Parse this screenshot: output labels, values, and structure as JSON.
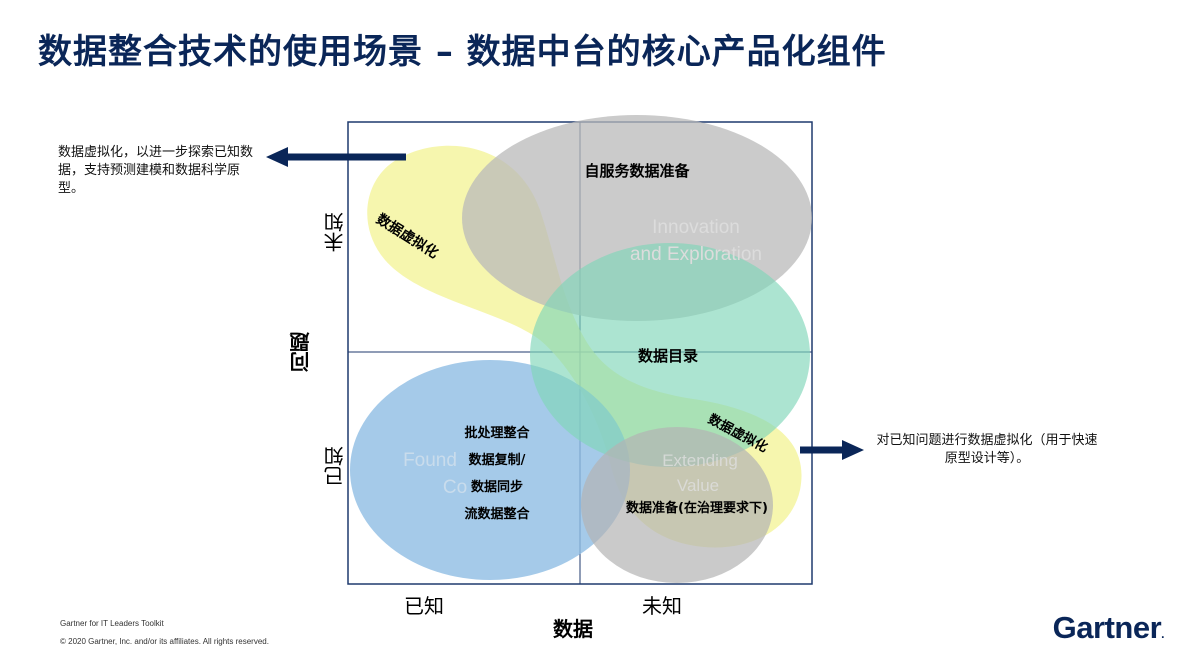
{
  "title": "数据整合技术的使用场景 – 数据中台的核心产品化组件",
  "notes": {
    "left": "数据虚拟化，以进一步探索已知数据，支持预测建模和数据科学原型。",
    "right": "对已知问题进行数据虚拟化（用于快速原型设计等）。"
  },
  "axes": {
    "y_title": "问题",
    "y_top": "未知",
    "y_bottom": "已知",
    "x_title": "数据",
    "x_left": "已知",
    "x_right": "未知"
  },
  "shapes": {
    "self_service": "自服务数据准备",
    "innovation_line1": "Innovation",
    "innovation_line2": "and Exploration",
    "catalog": "数据目录",
    "virtualization_top": "数据虚拟化",
    "virtualization_bottom": "数据虚拟化",
    "found_partial": "Found",
    "co_partial": "Co",
    "integration_lines": [
      "批处理整合",
      "数据复制/",
      "数据同步",
      "流数据整合"
    ],
    "value_partial_line1": "Extending",
    "value_partial_line2": "Value",
    "prep_governance": "数据准备(在治理要求下)"
  },
  "colors": {
    "title": "#0a2658",
    "yellow": "#f2f28c",
    "gray": "#b9b9b9",
    "teal": "#7fd6b8",
    "blue": "#8fbde3",
    "arrow": "#0a2658",
    "grid": "#1f3a6e"
  },
  "footer": {
    "toolkit": "Gartner for IT Leaders Toolkit",
    "copyright": "© 2020 Gartner, Inc. and/or its affiliates. All rights reserved.",
    "logo": "Gartner",
    "logo_mark": "."
  }
}
